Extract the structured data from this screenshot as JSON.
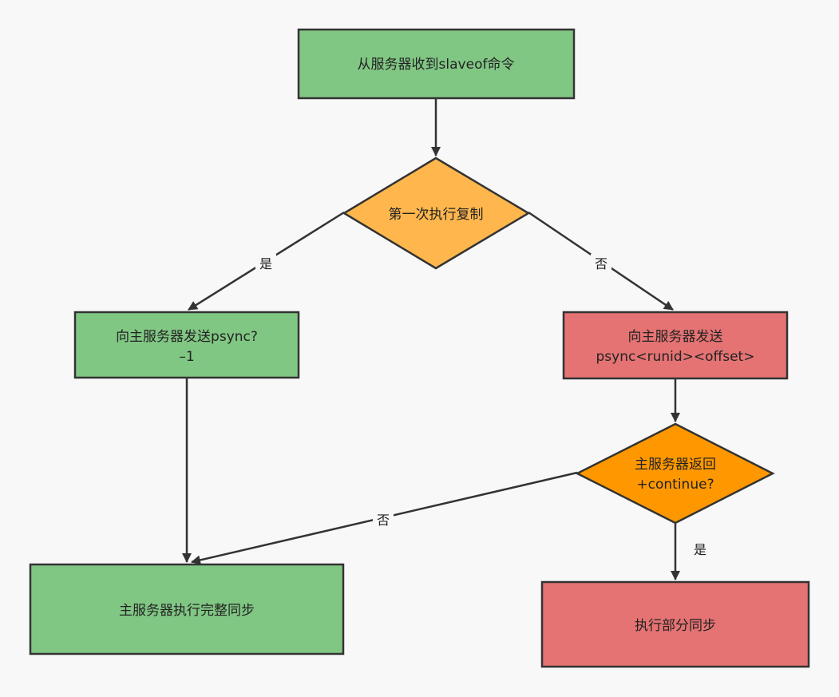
{
  "colors": {
    "green": "#81c784",
    "orange_light": "#ffb74d",
    "orange": "#ff9800",
    "red": "#e57373",
    "line": "#333333",
    "background": "#f8f8f8"
  },
  "nodes": {
    "start": {
      "label": "从服务器收到slaveof命令"
    },
    "first_time": {
      "label": "第一次执行复制"
    },
    "send_psync_full": {
      "line1": "向主服务器发送psync?",
      "line2": "–1"
    },
    "send_psync_partial": {
      "line1": "向主服务器发送",
      "line2": "psync<runid><offset>"
    },
    "master_continue": {
      "line1": "主服务器返回",
      "line2": "+continue?"
    },
    "full_sync": {
      "label": "主服务器执行完整同步"
    },
    "partial_sync": {
      "label": "执行部分同步"
    }
  },
  "edges": {
    "first_yes": "是",
    "first_no": "否",
    "continue_no": "否",
    "continue_yes": "是"
  }
}
